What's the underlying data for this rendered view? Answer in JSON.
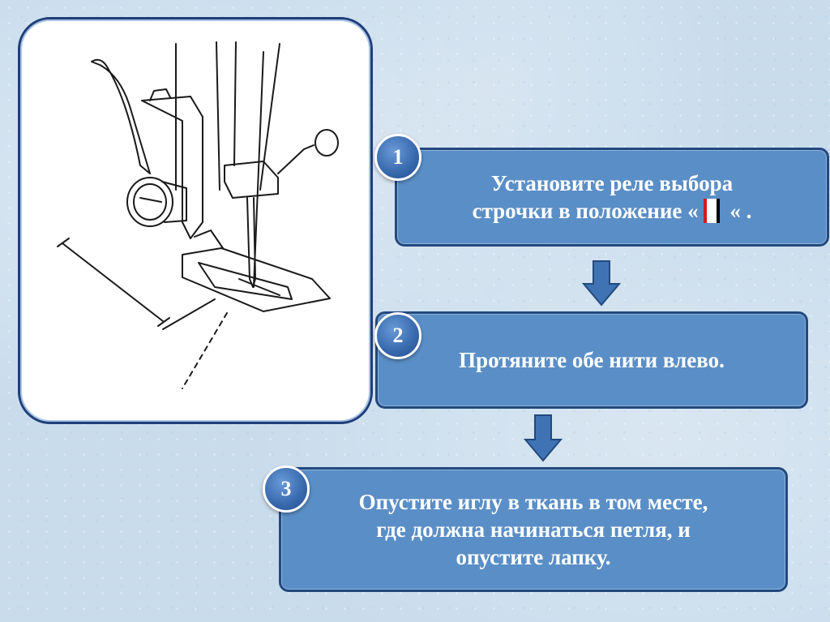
{
  "steps": [
    {
      "number": "1",
      "line1": "Установите реле выбора",
      "line2_before": "строчки в положение «",
      "line2_after": " « ."
    },
    {
      "number": "2",
      "text": "Протяните обе нити влево."
    },
    {
      "number": "3",
      "line1": "Опустите иглу в ткань в том месте,",
      "line2": "где должна начинаться петля, и",
      "line3": "опустите лапку."
    }
  ],
  "colors": {
    "box": "#5a8ec6",
    "box_border": "#23497d",
    "badge": "#3a6cb0",
    "arrow": "#3f73b4"
  },
  "icons": {
    "arrow_down": "arrow-down-icon",
    "stitch_selector": "stitch-selector-icon"
  }
}
